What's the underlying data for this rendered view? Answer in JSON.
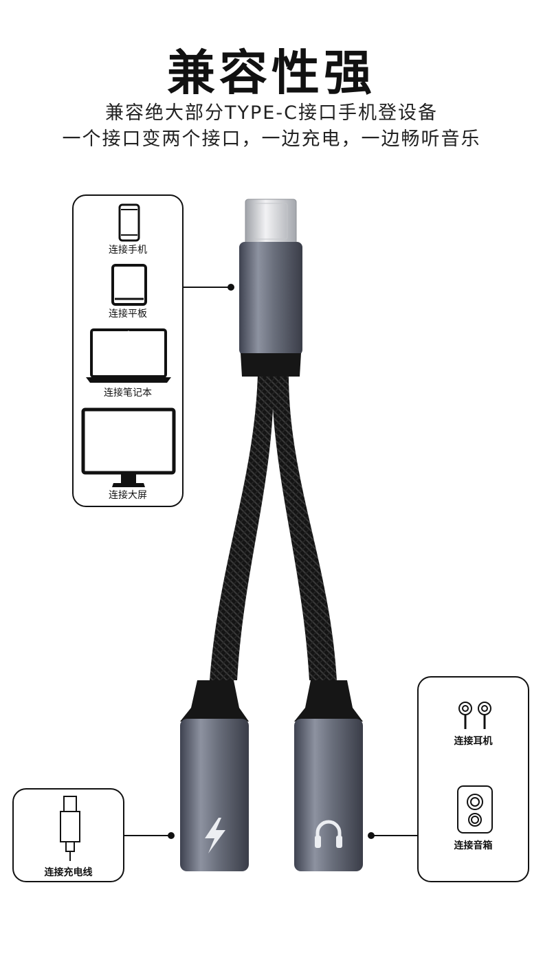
{
  "title": "兼容性强",
  "subtitle_line1": "兼容绝大部分TYPE-C接口手机登设备",
  "subtitle_line2": "一个接口变两个接口，一边充电，一边畅听音乐",
  "devices": [
    {
      "label": "连接手机",
      "icon": "phone-icon"
    },
    {
      "label": "连接平板",
      "icon": "tablet-icon"
    },
    {
      "label": "连接笔记本",
      "icon": "laptop-icon"
    },
    {
      "label": "连接大屏",
      "icon": "monitor-icon"
    }
  ],
  "audio": [
    {
      "label": "连接耳机",
      "icon": "earphone-icon"
    },
    {
      "label": "连接音箱",
      "icon": "speaker-icon"
    }
  ],
  "charge": {
    "label": "连接充电线",
    "icon": "charging-cable-icon"
  },
  "colors": {
    "metal": "#5b5f6b",
    "metal_light": "#8a8f9c",
    "cable": "#1a1a1a"
  }
}
